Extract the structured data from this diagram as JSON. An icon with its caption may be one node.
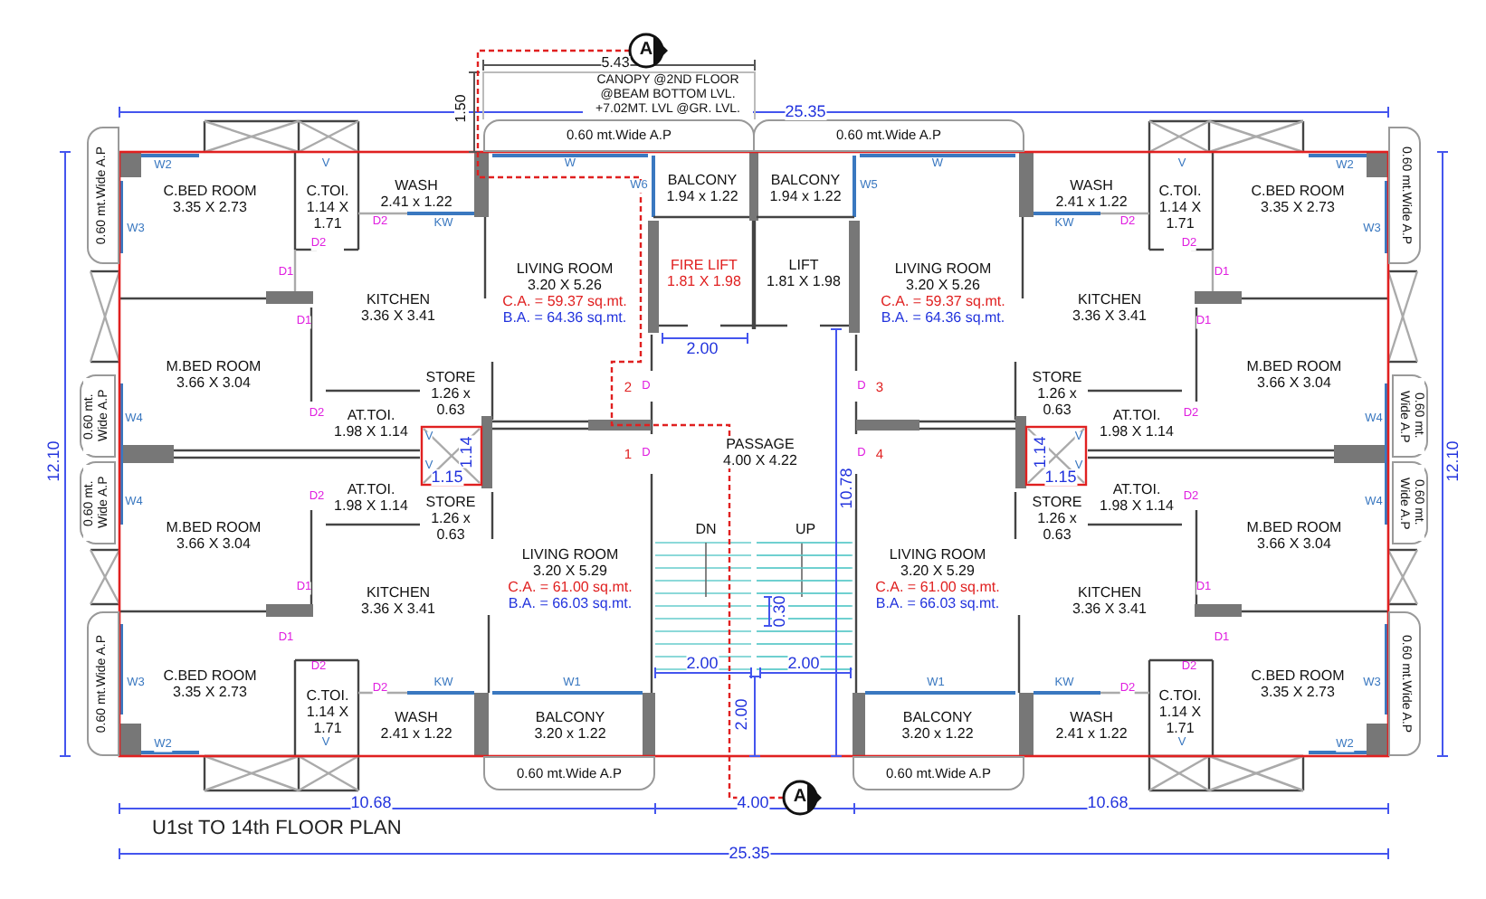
{
  "diagram": {
    "title": "U1st TO 14th FLOOR PLAN",
    "nodes": [
      {
        "text": [
          "A"
        ]
      },
      {
        "text": [
          "CANOPY @2ND FLOOR @BEAM BOTTOM LVL. +7.02MT. LVL @GR. LVL."
        ]
      },
      {
        "text": [
          "0.60 mt.Wide A.P"
        ]
      },
      {
        "text": [
          "0.60 mt.Wide A.P"
        ]
      },
      {
        "text": [
          "0.60 mt.Wide A.P"
        ]
      },
      {
        "text": [
          "0.60 mt.Wide A.P"
        ]
      },
      {
        "text": [
          "C.BED ROOM",
          "3.35 X 2.73"
        ]
      },
      {
        "text": [
          "C.TOI.",
          "1.14 X 1.71"
        ]
      },
      {
        "text": [
          "WASH",
          "2.41 x 1.22"
        ]
      },
      {
        "text": [
          "LIVING ROOM",
          "3.20 X 5.26",
          "C.A. = 59.37 sq.mt.",
          "B.A. = 64.36 sq.mt."
        ]
      },
      {
        "text": [
          "BALCONY",
          "1.94 x 1.22"
        ]
      },
      {
        "text": [
          "BALCONY",
          "1.94 x 1.22"
        ]
      },
      {
        "text": [
          "LIVING ROOM",
          "3.20 X 5.26",
          "C.A. = 59.37 sq.mt.",
          "B.A. = 64.36 sq.mt."
        ]
      },
      {
        "text": [
          "WASH",
          "2.41 x 1.22"
        ]
      },
      {
        "text": [
          "C.TOI.",
          "1.14 X 1.71"
        ]
      },
      {
        "text": [
          "C.BED ROOM",
          "3.35 X 2.73"
        ]
      },
      {
        "text": [
          "FIRE LIFT",
          "1.81 X 1.98"
        ]
      },
      {
        "text": [
          "LIFT",
          "1.81 X 1.98"
        ]
      },
      {
        "text": [
          "KITCHEN",
          "3.36 X 3.41"
        ]
      },
      {
        "text": [
          "KITCHEN",
          "3.36 X 3.41"
        ]
      },
      {
        "text": [
          "M.BED ROOM",
          "3.66 X 3.04"
        ]
      },
      {
        "text": [
          "M.BED ROOM",
          "3.66 X 3.04"
        ]
      },
      {
        "text": [
          "STORE",
          "1.26 x 0.63"
        ]
      },
      {
        "text": [
          "STORE",
          "1.26 x 0.63"
        ]
      },
      {
        "text": [
          "0.60 mt. Wide A.P"
        ]
      },
      {
        "text": [
          "0.60 mt. Wide A.P"
        ]
      },
      {
        "text": [
          "AT.TOI.",
          "1.98 X 1.14"
        ]
      },
      {
        "text": [
          "AT.TOI.",
          "1.98 X 1.14"
        ]
      },
      {
        "text": [
          "PASSAGE",
          "4.00 X 4.22"
        ]
      },
      {
        "text": [
          "0.60 mt. Wide A.P"
        ]
      },
      {
        "text": [
          "0.60 mt. Wide A.P"
        ]
      },
      {
        "text": [
          "AT.TOI.",
          "1.98 X 1.14"
        ]
      },
      {
        "text": [
          "AT.TOI.",
          "1.98 X 1.14"
        ]
      },
      {
        "text": [
          "STORE",
          "1.26 x 0.63"
        ]
      },
      {
        "text": [
          "STORE",
          "1.26 x 0.63"
        ]
      },
      {
        "text": [
          "M.BED ROOM",
          "3.66 X 3.04"
        ]
      },
      {
        "text": [
          "M.BED ROOM",
          "3.66 X 3.04"
        ]
      },
      {
        "text": [
          "LIVING ROOM",
          "3.20 X 5.29",
          "C.A. = 61.00 sq.mt.",
          "B.A. = 66.03 sq.mt."
        ]
      },
      {
        "text": [
          "LIVING ROOM",
          "3.20 X 5.29",
          "C.A. = 61.00 sq.mt.",
          "B.A. = 66.03 sq.mt."
        ]
      },
      {
        "text": [
          "KITCHEN",
          "3.36 X 3.41"
        ]
      },
      {
        "text": [
          "KITCHEN",
          "3.36 X 3.41"
        ]
      },
      {
        "text": [
          "0.60 mt.Wide A.P"
        ]
      },
      {
        "text": [
          "0.60 mt.Wide A.P"
        ]
      },
      {
        "text": [
          "C.BED ROOM",
          "3.35 X 2.73"
        ]
      },
      {
        "text": [
          "C.BED ROOM",
          "3.35 X 2.73"
        ]
      },
      {
        "text": [
          "C.TOI.",
          "1.14 X 1.71"
        ]
      },
      {
        "text": [
          "C.TOI.",
          "1.14 X 1.71"
        ]
      },
      {
        "text": [
          "WASH",
          "2.41 x 1.22"
        ]
      },
      {
        "text": [
          "WASH",
          "2.41 x 1.22"
        ]
      },
      {
        "text": [
          "BALCONY",
          "3.20 x 1.22"
        ]
      },
      {
        "text": [
          "BALCONY",
          "3.20 x 1.22"
        ]
      },
      {
        "text": [
          "0.60 mt.Wide A.P"
        ]
      },
      {
        "text": [
          "0.60 mt.Wide A.P"
        ]
      },
      {
        "text": [
          "A"
        ]
      }
    ],
    "edges": [
      {
        "from": 0,
        "to": 53,
        "arrow": "none",
        "style": "dashed"
      }
    ],
    "labels": [
      "5.43",
      "1.50",
      "25.35",
      "W2",
      "V",
      "W",
      "W6",
      "W3",
      "D2",
      "KW",
      "D2",
      "D1",
      "D1",
      "W2",
      "V",
      "W",
      "W5",
      "W3",
      "D2",
      "KW",
      "D2",
      "D1",
      "D1",
      "2.00",
      "12.10",
      "12.10",
      "D2",
      "W4",
      "V",
      "1.14",
      "V",
      "1.15",
      "W4",
      "D2",
      "2",
      "D",
      "1",
      "D",
      "D2",
      "W4",
      "V",
      "1.14",
      "V",
      "1.15",
      "W4",
      "D2",
      "D",
      "3",
      "D",
      "4",
      "10.78",
      "DN",
      "UP",
      "0.30",
      "D1",
      "D1",
      "D2",
      "W3",
      "D2",
      "KW",
      "W1",
      "W2",
      "V",
      "D1",
      "D1",
      "D2",
      "W3",
      "D2",
      "KW",
      "W1",
      "W2",
      "V",
      "2.00",
      "2.00",
      "2.00",
      "10.68",
      "4.00",
      "10.68",
      "25.35"
    ]
  }
}
